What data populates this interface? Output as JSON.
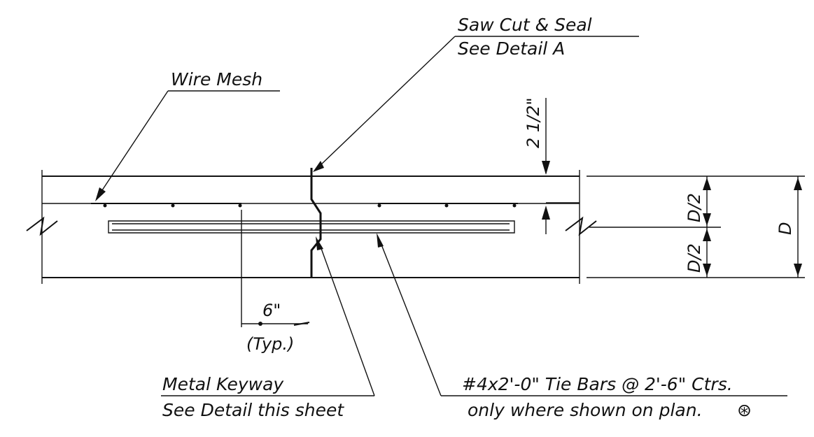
{
  "labels": {
    "saw_cut": "Saw Cut & Seal",
    "see_detail_a": "See Detail A",
    "wire_mesh": "Wire Mesh",
    "dim_top": "2 1/2\"",
    "dim_d_half_top": "D/2",
    "dim_d_half_bottom": "D/2",
    "dim_d": "D",
    "dim_six": "6\"",
    "typ": "(Typ.)",
    "metal_keyway": "Metal Keyway",
    "see_detail_sheet": "See Detail this sheet",
    "tie_bars": "#4x2'-0\" Tie Bars @ 2'-6\" Ctrs.",
    "only_where": "only where shown on plan.",
    "asterisk_symbol": "⊛"
  }
}
